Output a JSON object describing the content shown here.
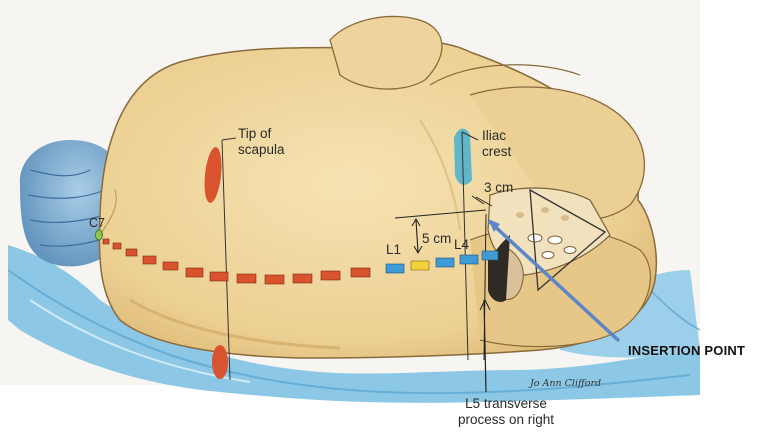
{
  "labels": {
    "tip_of_scapula": [
      "Tip of",
      "scapula"
    ],
    "iliac_crest": [
      "Iliac",
      "crest"
    ],
    "three_cm": "3 cm",
    "five_cm": "5 cm",
    "c7": "C7",
    "l1": "L1",
    "l4": "L4",
    "insertion_point": "INSERTION POINT",
    "l5_transverse": [
      "L5 transverse",
      "process on right"
    ]
  },
  "signature": "Jo Ann Clifford",
  "colors": {
    "skin": "#f0d59a",
    "skin_shadow": "#d7b06d",
    "drape": "#8cc8e6",
    "thoracic_markers": "#d8532e",
    "lumbar_markers": "#3f9bd6",
    "l4_marker": "#f2d13b",
    "c7_marker": "#8fc850",
    "iliac_crest_mark": "#5fb6c9",
    "arrow": "#5b86c8"
  }
}
